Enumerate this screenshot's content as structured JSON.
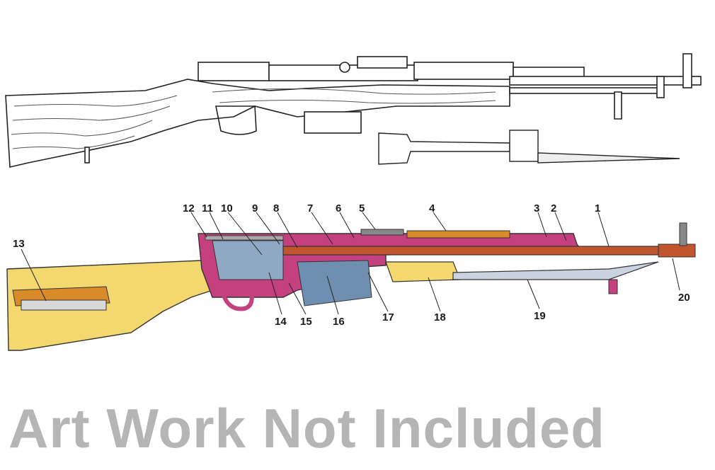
{
  "diagram": {
    "callouts": [
      {
        "id": "c12",
        "text": "12"
      },
      {
        "id": "c11",
        "text": "11"
      },
      {
        "id": "c10",
        "text": "10"
      },
      {
        "id": "c9",
        "text": "9"
      },
      {
        "id": "c8",
        "text": "8"
      },
      {
        "id": "c7",
        "text": "7"
      },
      {
        "id": "c6",
        "text": "6"
      },
      {
        "id": "c5",
        "text": "5"
      },
      {
        "id": "c4",
        "text": "4"
      },
      {
        "id": "c3",
        "text": "3"
      },
      {
        "id": "c2",
        "text": "2"
      },
      {
        "id": "c1",
        "text": "1"
      },
      {
        "id": "c13",
        "text": "13"
      },
      {
        "id": "c20",
        "text": "20"
      },
      {
        "id": "c14",
        "text": "14"
      },
      {
        "id": "c15",
        "text": "15"
      },
      {
        "id": "c16",
        "text": "16"
      },
      {
        "id": "c17",
        "text": "17"
      },
      {
        "id": "c18",
        "text": "18"
      },
      {
        "id": "c19",
        "text": "19"
      }
    ],
    "colors": {
      "wood_light": "#f2d86e",
      "wood_dark": "#d98b2a",
      "receiver": "#c4407e",
      "barrel": "#c0552e",
      "internals": "#8fa9c4",
      "blade": "#c9d4e0",
      "outline": "#333333"
    }
  },
  "watermark": {
    "text": "Art Work Not Included"
  }
}
